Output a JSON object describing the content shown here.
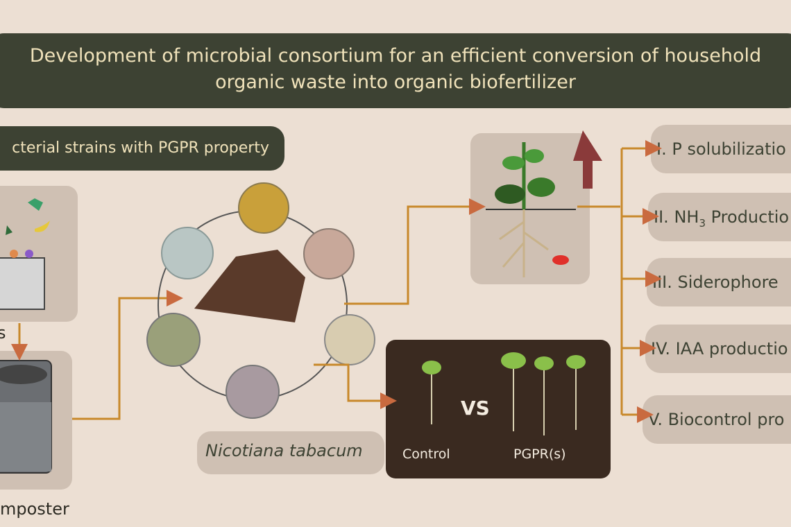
{
  "title": "Development of microbial consortium for an efficient conversion of household organic waste into organic biofertilizer",
  "title_line1": "Development of microbial consortium for an efficient conversion of household",
  "title_line2": "organic waste into organic biofertilizer",
  "subtitle": "cterial strains with PGPR property",
  "left_label_top": "s",
  "left_label_bottom": "mposter",
  "species": "Nicotiana tabacum",
  "comparison": {
    "vs": "VS",
    "control": "Control",
    "treatment": "PGPR(s)"
  },
  "properties": [
    {
      "numeral": "I.",
      "text": "P solubilizatio"
    },
    {
      "numeral": "II.",
      "text": "NH",
      "sub": "3",
      "rest": " Productio"
    },
    {
      "numeral": "III.",
      "text": "Siderophore"
    },
    {
      "numeral": "IV.",
      "text": "IAA productio"
    },
    {
      "numeral": "V.",
      "text": "Biocontrol pro"
    }
  ],
  "colors": {
    "band": "#3d4233",
    "band_text": "#f1e3bb",
    "arrow": "#c8882a",
    "arrowhead": "#c96a3f",
    "box": "#cfc0b3",
    "background": "#ecdfd3"
  }
}
